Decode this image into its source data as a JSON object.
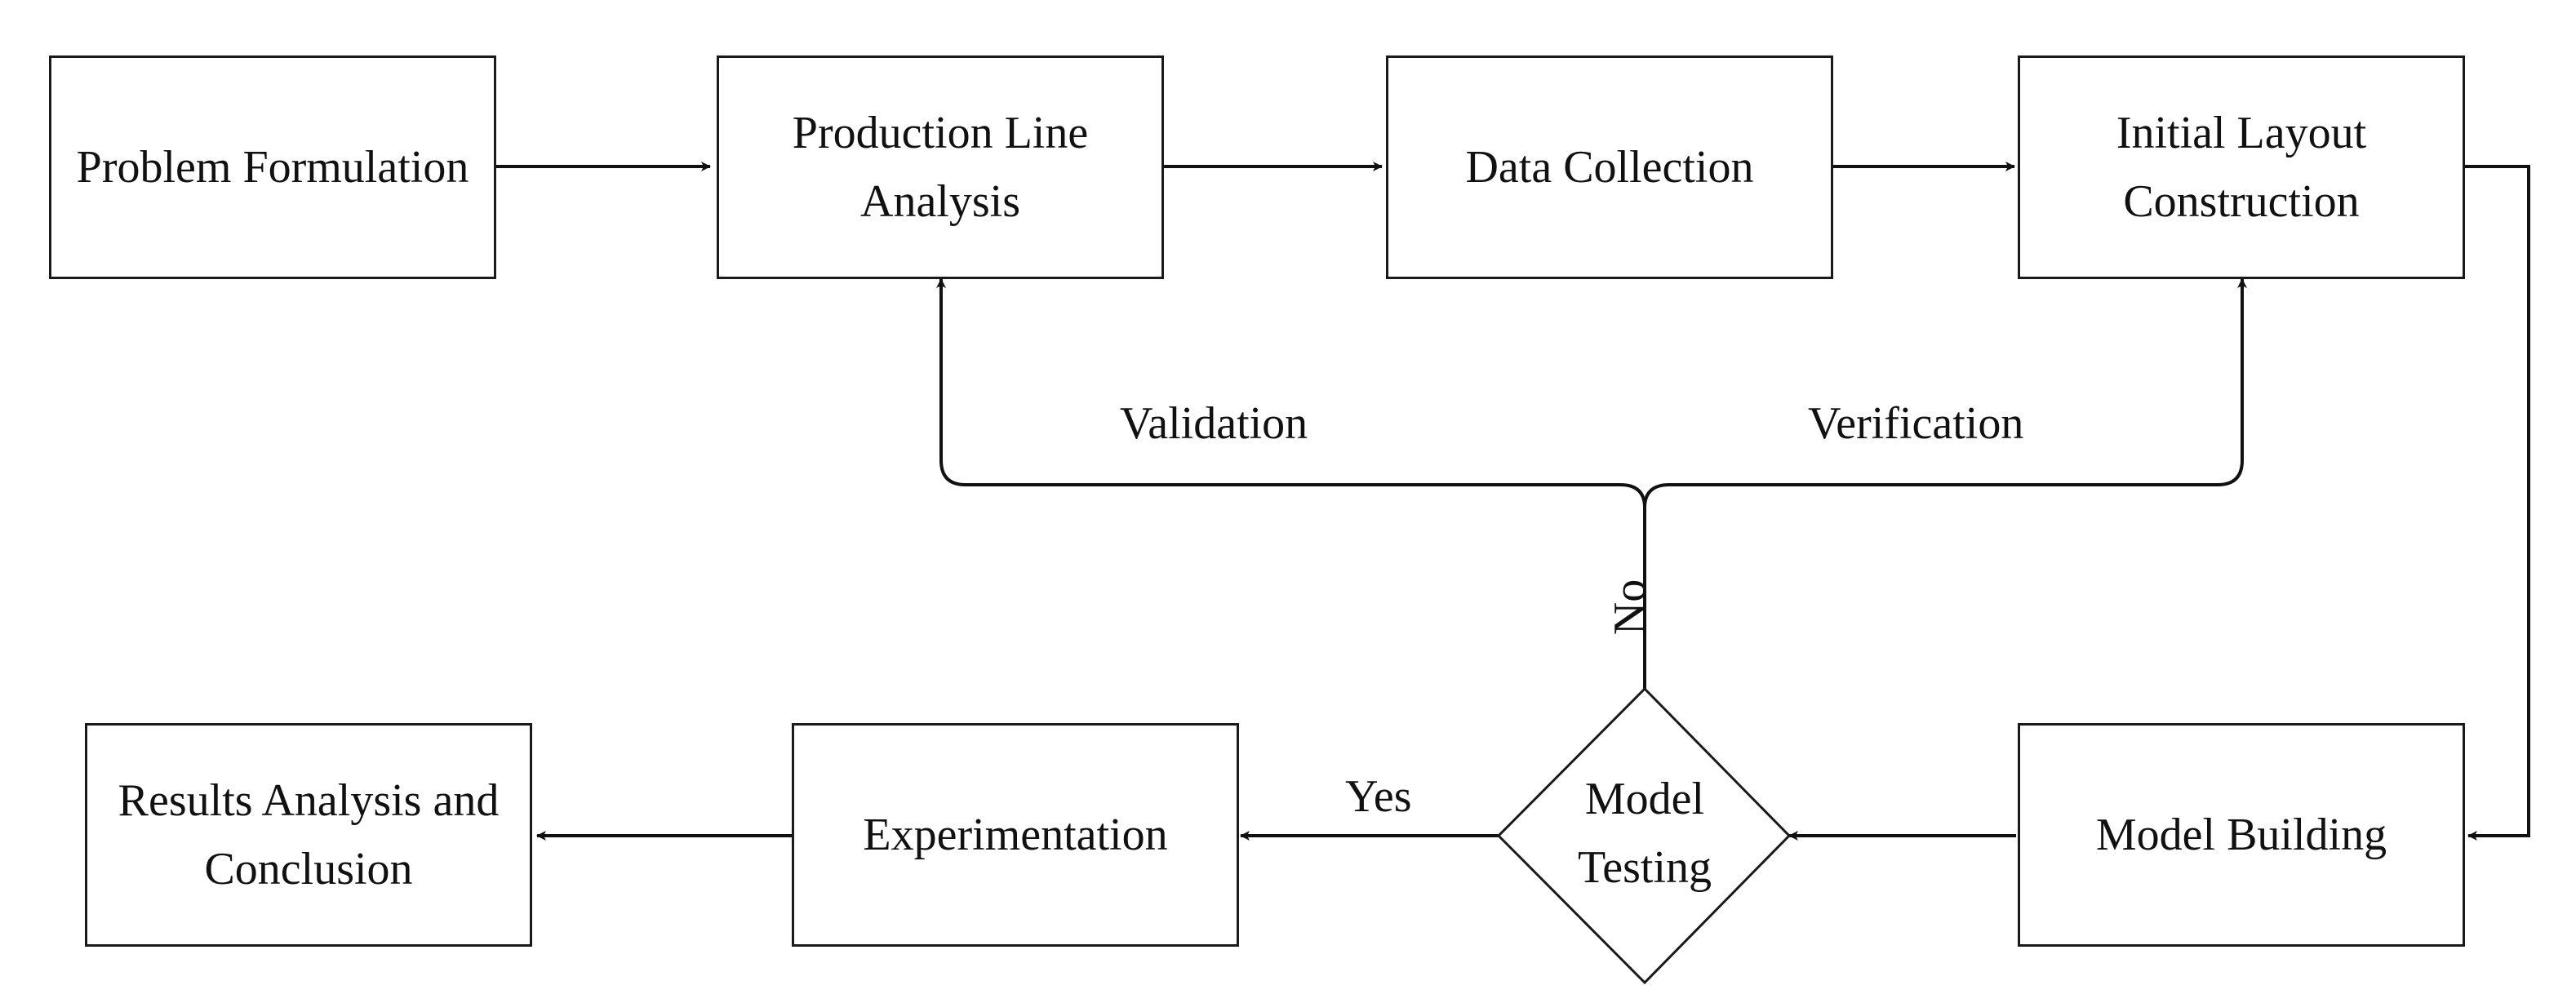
{
  "nodes": {
    "problem_formulation": "Problem Formulation",
    "production_line_analysis": "Production Line Analysis",
    "data_collection": "Data Collection",
    "initial_layout_construction": "Initial Layout Construction",
    "model_building": "Model Building",
    "model_testing": "Model Testing",
    "experimentation": "Experimentation",
    "results_analysis": "Results Analysis and Conclusion"
  },
  "edges": {
    "validation": "Validation",
    "verification": "Verification",
    "no": "No",
    "yes": "Yes"
  }
}
